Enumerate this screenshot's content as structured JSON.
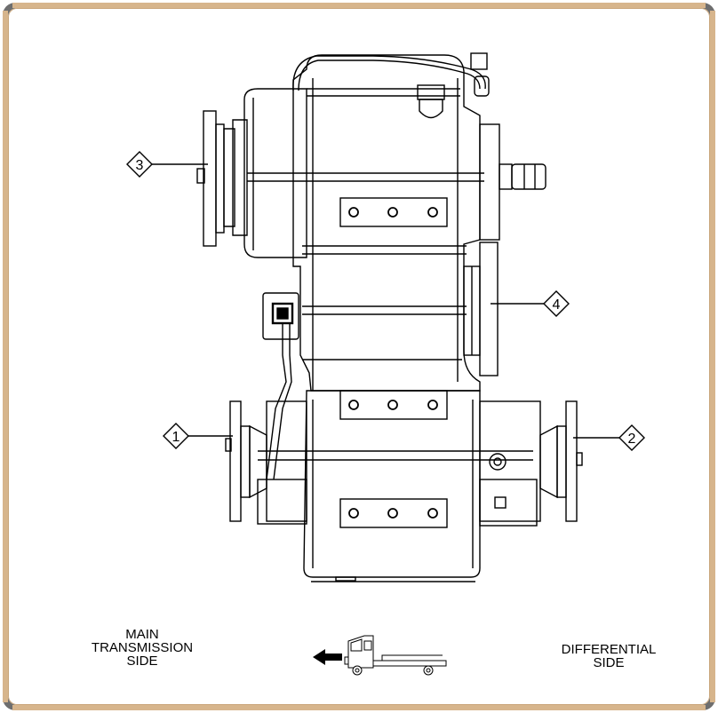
{
  "callouts": [
    {
      "id": "1",
      "label": "1"
    },
    {
      "id": "2",
      "label": "2"
    },
    {
      "id": "3",
      "label": "3"
    },
    {
      "id": "4",
      "label": "4"
    }
  ],
  "labels": {
    "main_transmission": "MAIN\nTRANSMISSION\nSIDE",
    "differential": "DIFFERENTIAL\nSIDE"
  },
  "icons": {
    "direction_arrow": "arrow-left-icon",
    "truck": "truck-icon"
  },
  "colors": {
    "frame_tan": "#d7b58c",
    "frame_grey": "#6e6e6e",
    "line": "#000000"
  }
}
